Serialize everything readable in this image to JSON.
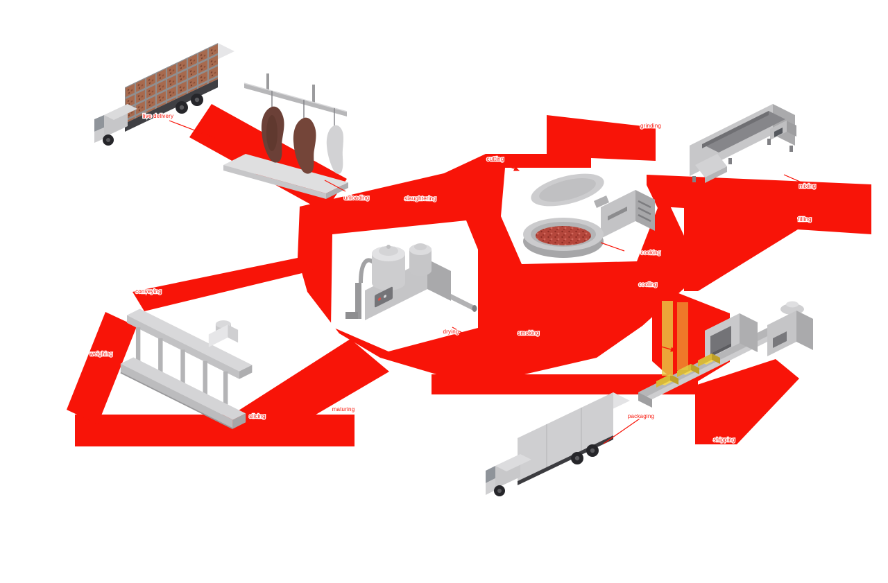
{
  "diagram_type": "isometric process flow",
  "palette": {
    "accent_red": "#f81408",
    "gray_light": "#dedee0",
    "gray_mid": "#c5c5c7",
    "gray_dark": "#a8a8aa",
    "carcass_brown": "#6b4037",
    "meat_red": "#b5473c",
    "package_yellow": "#e8ca46",
    "wheel_dark": "#26262a"
  },
  "stations": [
    {
      "id": "livestock-truck",
      "name": "livestock delivery truck with crates"
    },
    {
      "id": "carcass-rail",
      "name": "hanging carcass rail station"
    },
    {
      "id": "hopper-machine",
      "name": "processing hopper machine"
    },
    {
      "id": "bowl-cutter",
      "name": "bowl cutter with minced meat"
    },
    {
      "id": "cooking-unit",
      "name": "cooking / rendering unit with tanks"
    },
    {
      "id": "oven-line",
      "name": "smoking and cooking conveyor line"
    },
    {
      "id": "packaging-line",
      "name": "inspection and packaging line"
    },
    {
      "id": "delivery-truck",
      "name": "distribution truck"
    }
  ],
  "labels": [
    {
      "text": "live delivery"
    },
    {
      "text": "unloading"
    },
    {
      "text": "slaughtering"
    },
    {
      "text": "cutting"
    },
    {
      "text": "grinding"
    },
    {
      "text": "mixing"
    },
    {
      "text": "filling"
    },
    {
      "text": "cooking"
    },
    {
      "text": "cooling"
    },
    {
      "text": "smoking"
    },
    {
      "text": "drying"
    },
    {
      "text": "maturing"
    },
    {
      "text": "slicing"
    },
    {
      "text": "weighing"
    },
    {
      "text": "conveying"
    },
    {
      "text": "packaging"
    },
    {
      "text": "shipping"
    }
  ]
}
